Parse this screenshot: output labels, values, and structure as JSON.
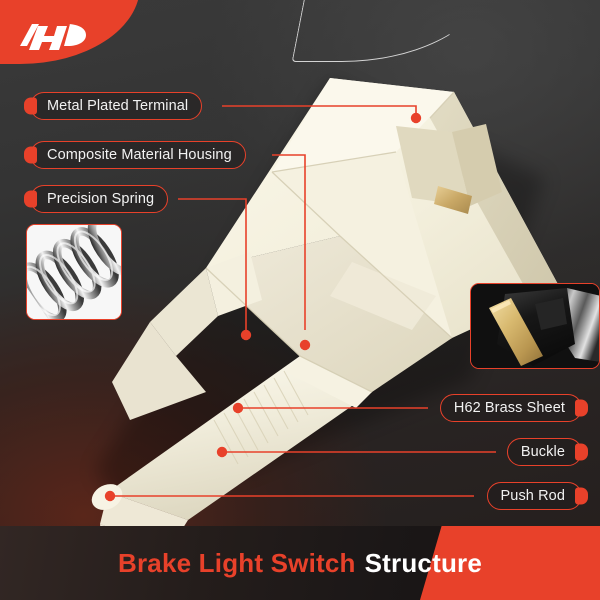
{
  "brand": {
    "logo_name": "a-premium-logo",
    "accent_color": "#e8412a"
  },
  "background": {
    "base_color": "#2c2a29",
    "warm_tint_color": "#5c261a"
  },
  "callouts": {
    "left": [
      {
        "label": "Metal Plated Terminal",
        "name": "callout-metal-plated-terminal"
      },
      {
        "label": "Composite Material Housing",
        "name": "callout-composite-material-housing"
      },
      {
        "label": "Precision Spring",
        "name": "callout-precision-spring"
      }
    ],
    "right": [
      {
        "label": "H62 Brass Sheet",
        "name": "callout-h62-brass-sheet"
      },
      {
        "label": "Buckle",
        "name": "callout-buckle"
      },
      {
        "label": "Push Rod",
        "name": "callout-push-rod"
      }
    ]
  },
  "insets": [
    {
      "name": "spring-photo",
      "alt": "close-up of precision coil spring"
    },
    {
      "name": "brass-sheet-photo",
      "alt": "close-up of H62 brass sheet contact"
    }
  ],
  "product": {
    "name": "brake-light-switch",
    "body_color": "#f2eedd",
    "alt": "cream composite brake light switch body"
  },
  "banner": {
    "title_primary": "Brake Light Switch",
    "title_secondary": "Structure"
  }
}
